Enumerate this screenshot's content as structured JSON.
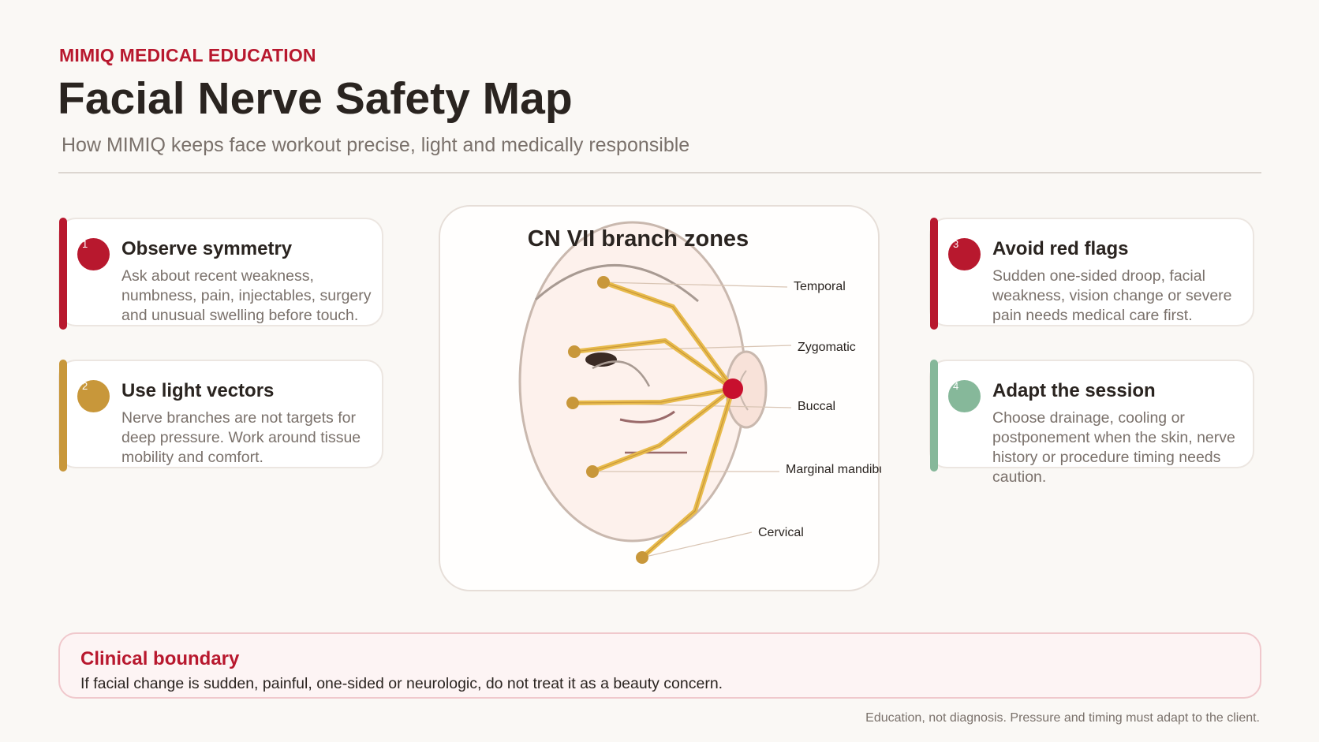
{
  "header": {
    "brand": "MIMIQ MEDICAL EDUCATION",
    "title": "Facial Nerve Safety Map",
    "subtitle": "How MIMIQ keeps face workout precise, light and medically responsible"
  },
  "cards": [
    {
      "num": "1",
      "title": "Observe symmetry",
      "body": "Ask about recent weakness, numbness, pain, injectables, surgery and unusual swelling before touch.",
      "color": "#b8182e"
    },
    {
      "num": "2",
      "title": "Use light vectors",
      "body": "Nerve branches are not targets for deep pressure. Work around tissue mobility and comfort.",
      "color": "#c8973a"
    },
    {
      "num": "3",
      "title": "Avoid red flags",
      "body": "Sudden one-sided droop, facial weakness, vision change or severe pain needs medical care first.",
      "color": "#b8182e"
    },
    {
      "num": "4",
      "title": "Adapt the session",
      "body": "Choose drainage, cooling or postponement when the skin, nerve history or procedure timing needs caution.",
      "color": "#86b89a"
    }
  ],
  "diagram": {
    "title": "CN VII branch zones",
    "branches": [
      "Temporal",
      "Zygomatic",
      "Buccal",
      "Marginal mandibular",
      "Cervical"
    ],
    "colors": {
      "nerve": "#e8bb4c",
      "node": "#c8973a",
      "origin": "#c8102e"
    }
  },
  "boundary": {
    "title": "Clinical boundary",
    "body": "If facial change is sudden, painful, one-sided or neurologic, do not treat it as a beauty concern."
  },
  "footnote": "Education, not diagnosis. Pressure and timing must adapt to the client."
}
